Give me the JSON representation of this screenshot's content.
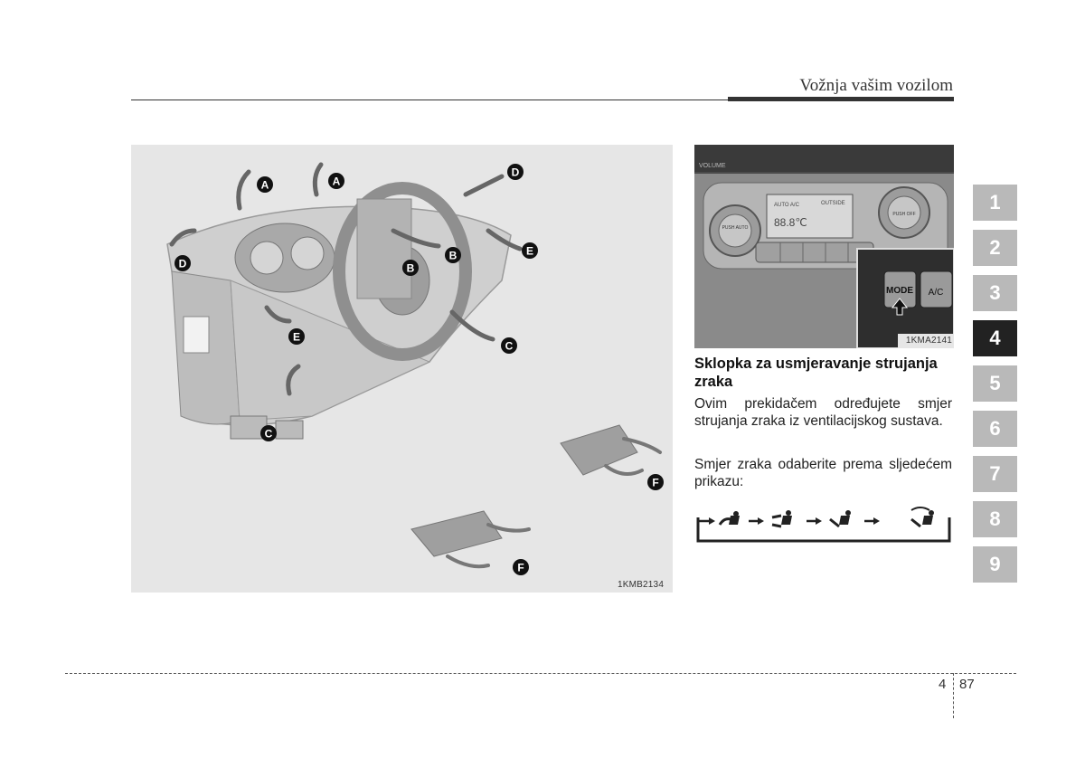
{
  "header": {
    "title": "Vožnja vašim vozilom"
  },
  "main_figure": {
    "code": "1KMB2134",
    "labels": [
      "A",
      "A",
      "D",
      "B",
      "B",
      "E",
      "D",
      "E",
      "C",
      "C",
      "F",
      "F"
    ]
  },
  "panel_figure": {
    "code": "1KMA2141",
    "mode_label": "MODE",
    "ac_label": "A/C",
    "push_auto_label": "PUSH AUTO",
    "push_off_label": "PUSH OFF",
    "volume_label": "VOLUME",
    "auto_ac_label": "AUTO A/C",
    "outside_label": "OUTSIDE",
    "temp_label": "88.8℃"
  },
  "section": {
    "heading": "Sklopka za usmjeravanje strujanja zraka",
    "para1": "Ovim prekidačem određujete smjer strujanja zraka iz ventilacijskog sustava.",
    "para2": "Smjer zraka odaberite prema sljedećem prikazu:"
  },
  "mode_sequence": {
    "icons": [
      "face-vent-icon",
      "bi-level-icon",
      "floor-icon",
      "floor-defrost-icon"
    ]
  },
  "chapter_tabs": [
    {
      "label": "1",
      "active": false
    },
    {
      "label": "2",
      "active": false
    },
    {
      "label": "3",
      "active": false
    },
    {
      "label": "4",
      "active": true
    },
    {
      "label": "5",
      "active": false
    },
    {
      "label": "6",
      "active": false
    },
    {
      "label": "7",
      "active": false
    },
    {
      "label": "8",
      "active": false
    },
    {
      "label": "9",
      "active": false
    }
  ],
  "footer": {
    "chapter": "4",
    "page": "87"
  },
  "colors": {
    "tab_inactive": "#b9b9b9",
    "tab_active": "#222222",
    "figure_bg": "#e6e6e6"
  }
}
